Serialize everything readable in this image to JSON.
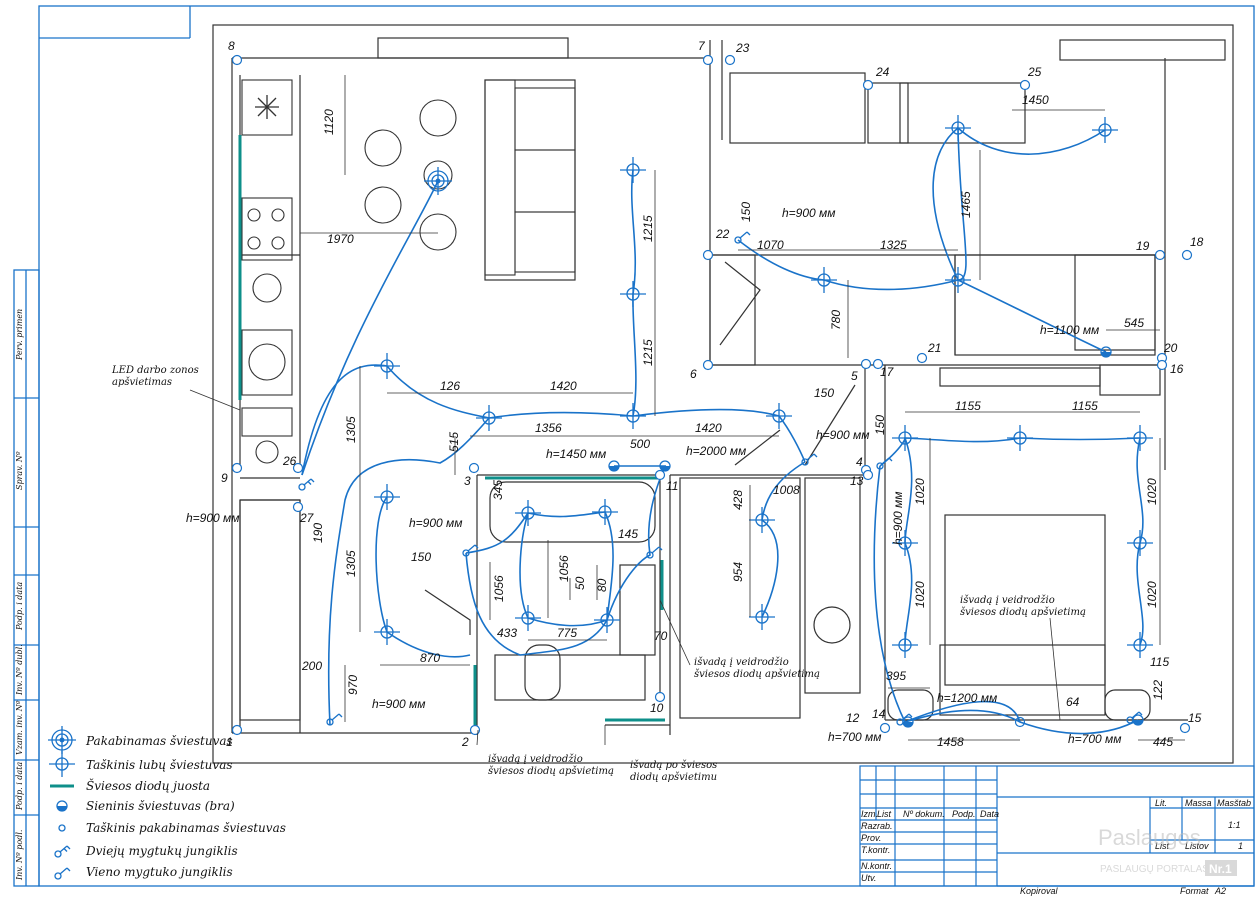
{
  "colors": {
    "frame": "#1a73c9",
    "circuit": "#1a73c9",
    "led": "#0e8f8a",
    "ink": "#222222"
  },
  "side_stamp": [
    "Perv. primen",
    "Sprav. Nº",
    "Podp. i data",
    "Inv. Nº dubl.",
    "Vzam. inv. Nº",
    "Podp. i data",
    "Inv. Nº podl."
  ],
  "dimensions": {
    "d1120": "1120",
    "d1970": "1970",
    "d1215a": "1215",
    "d1215b": "1215",
    "d126": "126",
    "d1420a": "1420",
    "d1356": "1356",
    "d500": "500",
    "d1420b": "1420",
    "d515": "515",
    "d1305a": "1305",
    "d1305b": "1305",
    "d190": "190",
    "d345": "345",
    "d145": "145",
    "d1056a": "1056",
    "d1056b": "1056",
    "d50": "50",
    "d80": "80",
    "d433": "433",
    "d775": "775",
    "d870": "870",
    "d150c": "150",
    "d70": "70",
    "d200": "200",
    "d970": "970",
    "d1450": "1450",
    "d1465": "1465",
    "d150a": "150",
    "d1070": "1070",
    "d1325": "1325",
    "d780": "780",
    "d545": "545",
    "d150b": "150",
    "d150d": "150",
    "d1008": "1008",
    "d428": "428",
    "d954": "954",
    "d1155a": "1155",
    "d1155b": "1155",
    "d1020a": "1020",
    "d1020b": "1020",
    "d1020c": "1020",
    "d1020d": "1020",
    "d395": "395",
    "d64": "64",
    "d1458": "1458",
    "d445": "445",
    "d115": "115",
    "d122": "122"
  },
  "heights": {
    "h900_bedroom": "h=900 мм",
    "h1100": "h=1100 мм",
    "h1450": "h=1450 мм",
    "h2000": "h=2000 мм",
    "h900_hall": "h=900 мм",
    "h900_bath": "h=900 мм",
    "h900_left": "h=900 мм",
    "h900_bottom": "h=900 мм",
    "h900_bed2": "h=900 мм",
    "h1200": "h=1200 мм",
    "h700a": "h=700 мм",
    "h700b": "h=700 мм"
  },
  "point_numbers": {
    "p1": "1",
    "p2": "2",
    "p3": "3",
    "p4": "4",
    "p5": "5",
    "p6": "6",
    "p7": "7",
    "p8": "8",
    "p9": "9",
    "p10": "10",
    "p11": "11",
    "p12": "12",
    "p13": "13",
    "p14": "14",
    "p15": "15",
    "p16": "16",
    "p17": "17",
    "p18": "18",
    "p19": "19",
    "p20": "20",
    "p21": "21",
    "p22": "22",
    "p23": "23",
    "p24": "24",
    "p25": "25",
    "p26": "26",
    "p27": "27"
  },
  "annotations": {
    "led_work_1": "LED darbo zonos",
    "led_work_2": "apšvietimas",
    "mirror_a1": "išvadą į veidrodžio",
    "mirror_a2": "šviesos diodų apšvietimą",
    "mirror_b1": "išvadą į veidrodžio",
    "mirror_b2": "šviesos diodų apšvietimą",
    "mirror_c1": "išvadą į veidrodžio",
    "mirror_c2": "šviesos diodų apšvietimą",
    "under_1": "išvadą po šviesos",
    "under_2": "diodų apšvietimu"
  },
  "legend": [
    {
      "icon": "pendant-light-icon",
      "label": "Pakabinamas šviestuvas"
    },
    {
      "icon": "point-ceiling-light-icon",
      "label": "Taškinis lubų šviestuvas"
    },
    {
      "icon": "led-strip-icon",
      "label": "Šviesos diodų juosta"
    },
    {
      "icon": "wall-sconce-icon",
      "label": "Sieninis šviestuvas (bra)"
    },
    {
      "icon": "point-pendant-icon",
      "label": "Taškinis pakabinamas šviestuvas"
    },
    {
      "icon": "double-switch-icon",
      "label": "Dviejų mygtukų jungiklis"
    },
    {
      "icon": "single-switch-icon",
      "label": "Vieno mygtuko jungiklis"
    }
  ],
  "title_block": {
    "cols": [
      "Izm.",
      "List",
      "Nº dokum.",
      "Podp.",
      "Data"
    ],
    "rows": [
      "Razrab.",
      "Prov.",
      "T.kontr.",
      "",
      "N.kontr.",
      "Utv."
    ],
    "lit_label": "Lit.",
    "mass_label": "Massa",
    "scale_label": "Masštab",
    "scale_value": "1:1",
    "sheet_label": "List",
    "sheets_label": "Listov",
    "sheets_value": "1",
    "copied": "Kopiroval",
    "format_label": "Format",
    "format_value": "A2"
  },
  "watermark": {
    "line1": "Paslaugos",
    "line2": "PASLAUGŲ PORTALAS",
    "badge": "Nr.1"
  }
}
